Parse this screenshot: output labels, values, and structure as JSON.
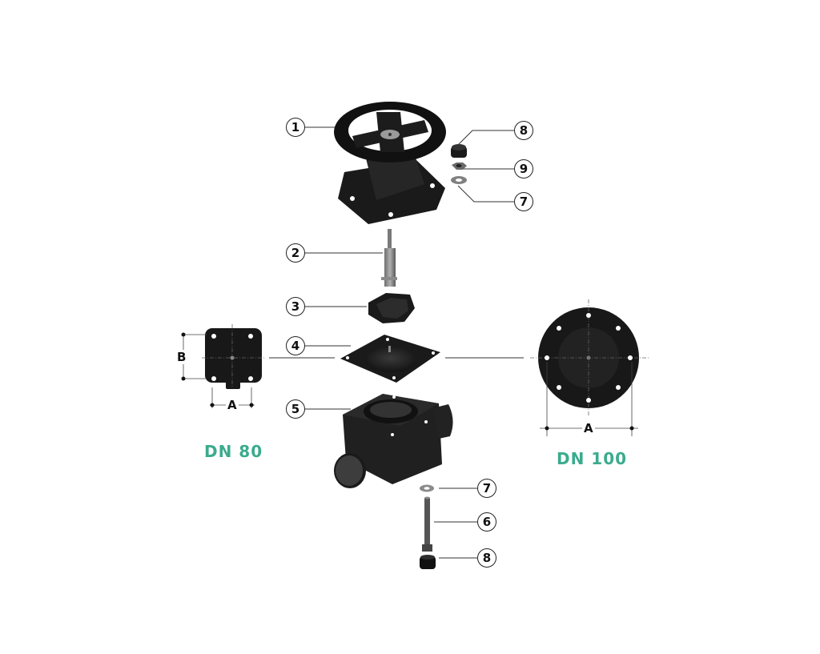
{
  "colors": {
    "background": "#ffffff",
    "part": "#1c1c1c",
    "part_highlight": "#3a3a3a",
    "leader_line": "#333333",
    "label_accent": "#3bab8e",
    "metal": "#9a9a9a"
  },
  "callouts": [
    {
      "id": "1",
      "part": "handwheel-bonnet"
    },
    {
      "id": "2",
      "part": "spindle"
    },
    {
      "id": "3",
      "part": "compressor"
    },
    {
      "id": "4",
      "part": "diaphragm"
    },
    {
      "id": "5",
      "part": "valve-body"
    },
    {
      "id": "6",
      "part": "bolt"
    },
    {
      "id": "7",
      "part": "washer"
    },
    {
      "id": "8",
      "part": "cap"
    },
    {
      "id": "9",
      "part": "nut"
    }
  ],
  "labels": {
    "c1": "1",
    "c2": "2",
    "c3": "3",
    "c4": "4",
    "c5": "5",
    "c6": "6",
    "c7_top": "7",
    "c7_bottom": "7",
    "c8_top": "8",
    "c8_bottom": "8",
    "c9": "9"
  },
  "dn80": {
    "title": "DN 80",
    "dim_a": "A",
    "dim_b": "B"
  },
  "dn100": {
    "title": "DN 100",
    "dim_a": "A"
  }
}
